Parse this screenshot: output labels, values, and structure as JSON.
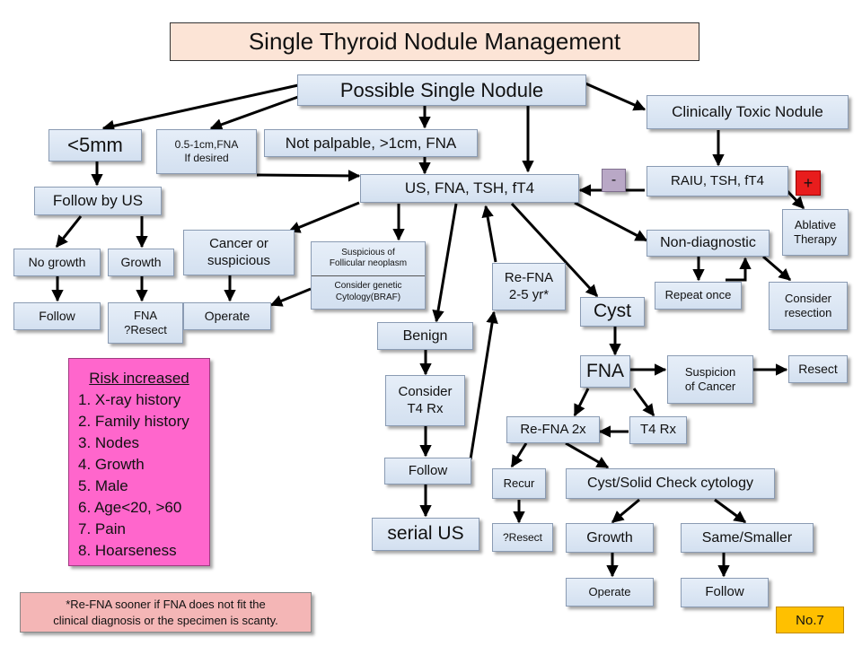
{
  "title": "Single Thyroid Nodule Management",
  "nodes": {
    "possible_single_nodule": "Possible Single Nodule",
    "clinically_toxic_nodule": "Clinically Toxic Nodule",
    "lt5mm": "<5mm",
    "size_05_1cm": [
      "0.5-1cm,FNA",
      "If desired"
    ],
    "not_palpable": "Not palpable, >1cm, FNA",
    "us_fna_tsh": "US, FNA, TSH, fT4",
    "raiu_tsh": "RAIU, TSH, fT4",
    "minus_sign": "-",
    "plus_sign": "+",
    "follow_by_us": "Follow by US",
    "ablative_therapy": [
      "Ablative",
      "Therapy"
    ],
    "cancer_or_suspicious": [
      "Cancer or",
      "suspicious"
    ],
    "suspicious_follicular": [
      "Suspicious of",
      "Follicular neoplasm"
    ],
    "consider_genetic": [
      "Consider genetic",
      "Cytology(BRAF)"
    ],
    "non_diagnostic": "Non-diagnostic",
    "no_growth": "No growth",
    "growth_left": "Growth",
    "re_fna_25": [
      "Re-FNA",
      "2-5 yr*"
    ],
    "repeat_once": "Repeat once",
    "consider_resection": [
      "Consider",
      "resection"
    ],
    "follow_left": "Follow",
    "fna_resect": [
      "FNA",
      "?Resect"
    ],
    "operate_left": "Operate",
    "cyst": "Cyst",
    "benign": "Benign",
    "fna_cyst": "FNA",
    "suspicion_of_cancer": [
      "Suspicion",
      "of Cancer"
    ],
    "resect": "Resect",
    "consider_t4": [
      "Consider",
      "T4 Rx"
    ],
    "re_fna_2x": "Re-FNA 2x",
    "t4_rx": "T4 Rx",
    "follow_mid": "Follow",
    "recur": "Recur",
    "cyst_solid": "Cyst/Solid Check cytology",
    "serial_us": "serial US",
    "resect_q": "?Resect",
    "growth_right": "Growth",
    "same_smaller": "Same/Smaller",
    "operate_right": "Operate",
    "follow_right": "Follow"
  },
  "risk": {
    "title": "Risk increased",
    "items": [
      "1. X-ray history",
      "2. Family history",
      "3. Nodes",
      "4. Growth",
      "5. Male",
      "6. Age<20, >60",
      "7. Pain",
      "8. Hoarseness"
    ]
  },
  "footnote": [
    "*Re-FNA sooner if FNA does not fit the",
    "clinical diagnosis or the specimen is scanty."
  ],
  "page_number": "No.7",
  "colors": {
    "node_fill": "#dbe5f1",
    "title_fill": "#fce4d6",
    "risk_fill": "#ff66cc",
    "footnote_fill": "#f4b6b6",
    "page_number_fill": "#ffc000",
    "minus_fill": "#b9a8c6",
    "plus_fill": "#e81d1d"
  }
}
